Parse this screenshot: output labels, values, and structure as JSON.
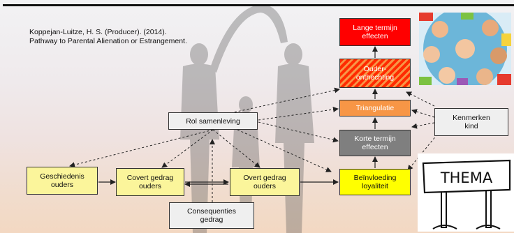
{
  "citation": {
    "line1": "Koppejan-Luitze, H. S. (Producer). (2014).",
    "line2": "Pathway to Parental Alienation or Estrangement."
  },
  "boxes": {
    "lange_termijn": "Lange termijn\neffecten",
    "ouder_onthechting": "Ouder-\nonthechting",
    "triangulatie": "Triangulatie",
    "korte_termijn": "Korte termijn\neffecten",
    "beinvloeding": "Beïnvloeding\nloyaliteit",
    "rol_samenleving": "Rol samenleving",
    "kenmerken_kind": "Kenmerken\nkind",
    "geschiedenis": "Geschiedenis\nouders",
    "covert": "Covert  gedrag\nouders",
    "overt": "Overt  gedrag\nouders",
    "consequenties": "Consequenties\ngedrag"
  },
  "sign_text": "THEMA",
  "colors": {
    "yellow_light": "#fbf59b",
    "yellow": "#ffff00",
    "red": "#ff0000",
    "orange": "#f79646",
    "gray_dark": "#7f7f7f",
    "gray_light": "#efefef"
  }
}
